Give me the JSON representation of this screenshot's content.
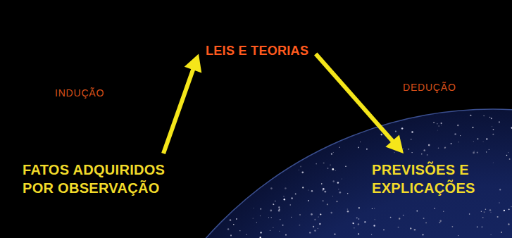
{
  "diagram": {
    "nodes": [
      {
        "text": [
          "LEIS E TEORIAS"
        ]
      },
      {
        "text": [
          "FATOS ADQUIRIDOS POR OBSERVAÇÃO"
        ]
      },
      {
        "text": [
          "PREVISÕES E EXPLICAÇÕES"
        ]
      }
    ],
    "edges": [
      {
        "from": 1,
        "to": 0,
        "arrow": "to",
        "label": "INDUÇÃO"
      },
      {
        "from": 0,
        "to": 2,
        "arrow": "to",
        "label": "DEDUÇÃO"
      }
    ]
  }
}
